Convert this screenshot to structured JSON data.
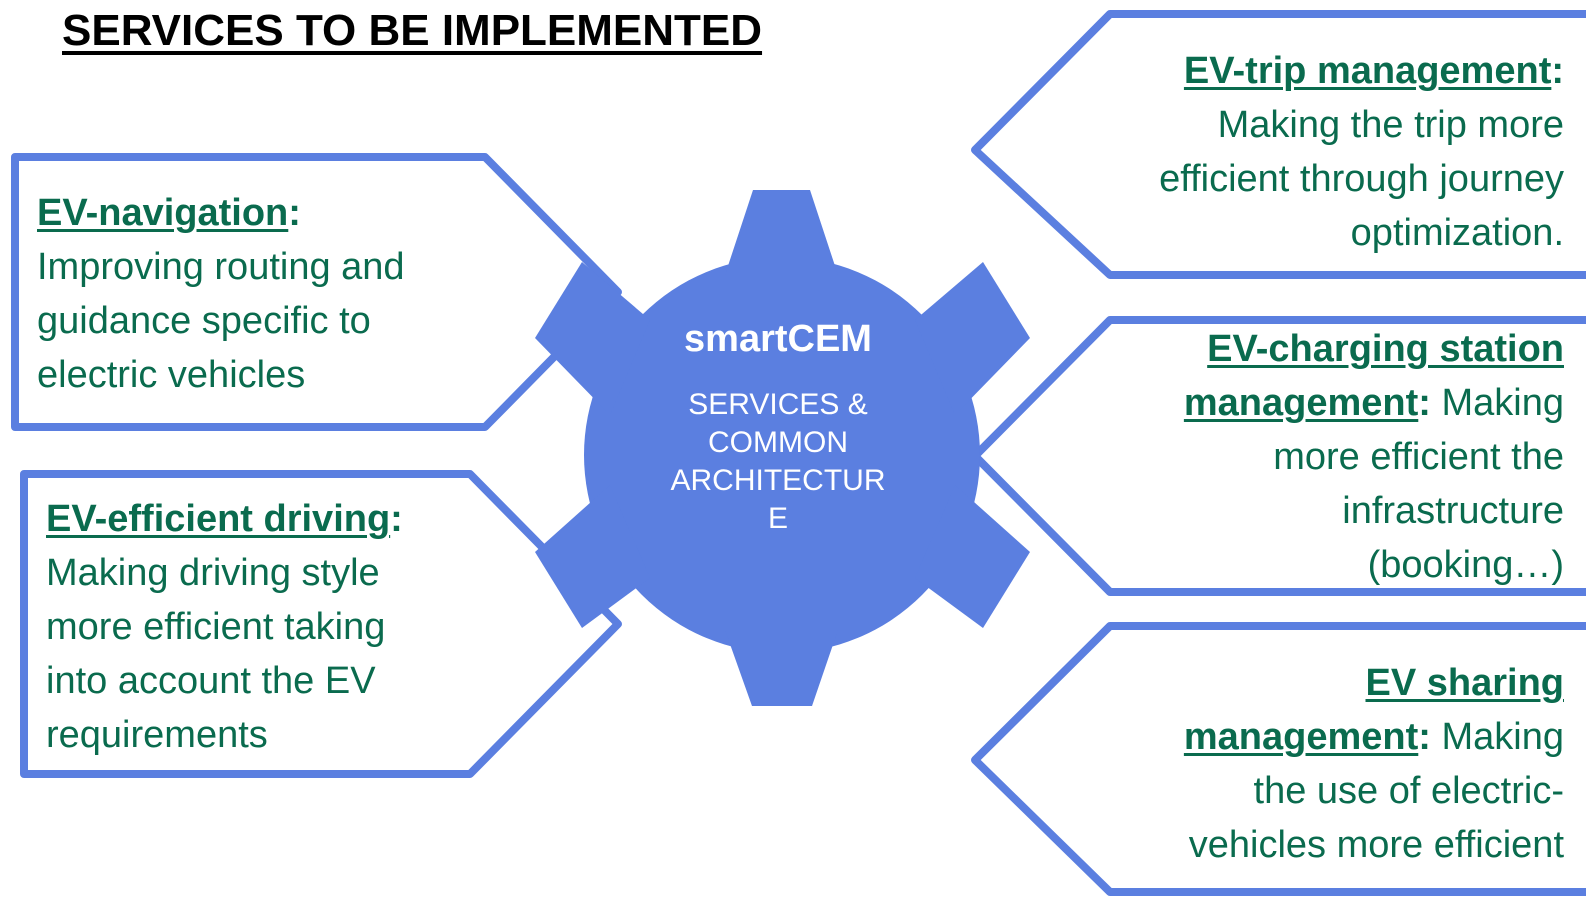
{
  "title": "SERVICES TO BE IMPLEMENTED",
  "colors": {
    "accent_blue": "#5b7fe0",
    "callout_fill": "#ffffff",
    "text_green": "#0a6b4e"
  },
  "gear": {
    "title": "smartCEM",
    "subtitle_lines": [
      "SERVICES &",
      "COMMON",
      "ARCHITECTUR",
      "E"
    ]
  },
  "services": {
    "navigation": {
      "heading": "EV-navigation",
      "colon": ":",
      "lines": [
        "Improving routing and",
        "guidance specific to",
        "electric vehicles"
      ]
    },
    "driving": {
      "heading": "EV-efficient driving",
      "colon": ":",
      "lines": [
        "Making driving style",
        "more efficient taking",
        "into account the EV",
        "requirements"
      ]
    },
    "trip": {
      "heading": "EV-trip management",
      "colon": ":",
      "lines": [
        "Making the trip more",
        "efficient through journey",
        "optimization."
      ]
    },
    "charging": {
      "heading_line1": "EV-charging station",
      "heading_line2": "management",
      "colon": ":",
      "line2_rest": " Making",
      "lines": [
        "more efficient the",
        "infrastructure",
        "(booking…)"
      ]
    },
    "sharing": {
      "heading_line1": "EV sharing",
      "heading_line2": "management",
      "colon": ":",
      "line2_rest": " Making",
      "lines": [
        "the use of electric-",
        "vehicles more efficient"
      ]
    }
  }
}
